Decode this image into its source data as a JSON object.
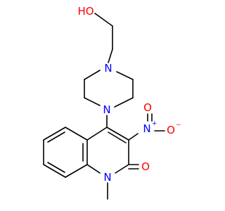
{
  "atoms": {
    "o_hydroxyl": "HO",
    "n_piperazine_top": "N",
    "n_piperazine_bottom": "N",
    "n_nitro": "N",
    "n_nitro_charge": "+",
    "o_nitro_top": "O",
    "o_nitro_right": "O",
    "o_nitro_charge": "−",
    "n_quinoline": "N",
    "o_carbonyl": "O"
  },
  "colors": {
    "bond": "#000000",
    "carbon": "#000000",
    "nitrogen": "#0000FF",
    "oxygen": "#FF0000",
    "background": "#FFFFFF"
  }
}
